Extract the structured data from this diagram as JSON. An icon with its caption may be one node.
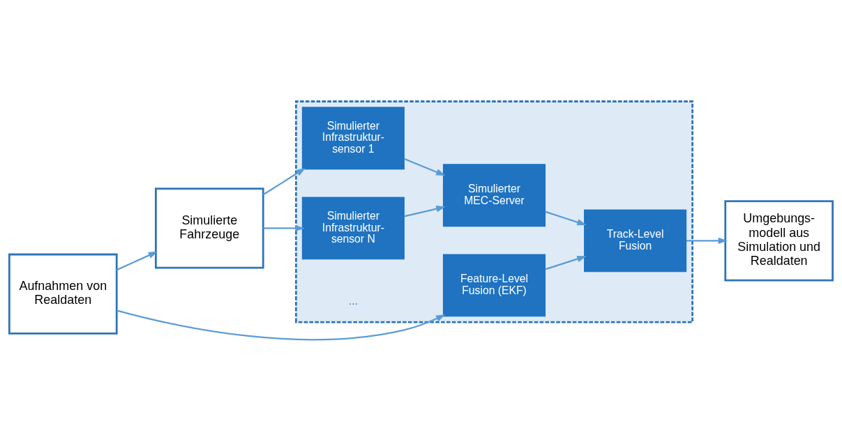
{
  "diagram": {
    "nodes": [
      {
        "text": [
          "Aufnahmen von Realdaten"
        ]
      },
      {
        "text": [
          "Simulierte Fahrzeuge"
        ]
      },
      {
        "text": [],
        "shape": "box"
      },
      {
        "text": [
          "Simulierter Infrastruktur- sensor 1"
        ],
        "in": 2
      },
      {
        "text": [
          "Simulierter Infrastruktur- sensor N"
        ],
        "in": 2
      },
      {
        "text": [
          "Simulierter MEC-Server"
        ],
        "in": 2
      },
      {
        "text": [
          "Feature-Level Fusion (EKF)"
        ],
        "in": 2
      },
      {
        "text": [
          "Track-Level Fusion"
        ],
        "in": 2
      },
      {
        "text": [
          "Umgebungs- modell aus Simulation und Realdaten"
        ]
      }
    ],
    "edges": [
      {
        "from": 0,
        "to": 1,
        "arrow": "to"
      },
      {
        "from": 1,
        "to": 3,
        "arrow": "to"
      },
      {
        "from": 1,
        "to": 4,
        "arrow": "to"
      },
      {
        "from": 3,
        "to": 5,
        "arrow": "to"
      },
      {
        "from": 4,
        "to": 5,
        "arrow": "to"
      },
      {
        "from": 5,
        "to": 7,
        "arrow": "to"
      },
      {
        "from": 0,
        "to": 6,
        "arrow": "to"
      },
      {
        "from": 6,
        "to": 7,
        "arrow": "to"
      },
      {
        "from": 7,
        "to": 8,
        "arrow": "to"
      }
    ],
    "labels": [
      "..."
    ]
  }
}
